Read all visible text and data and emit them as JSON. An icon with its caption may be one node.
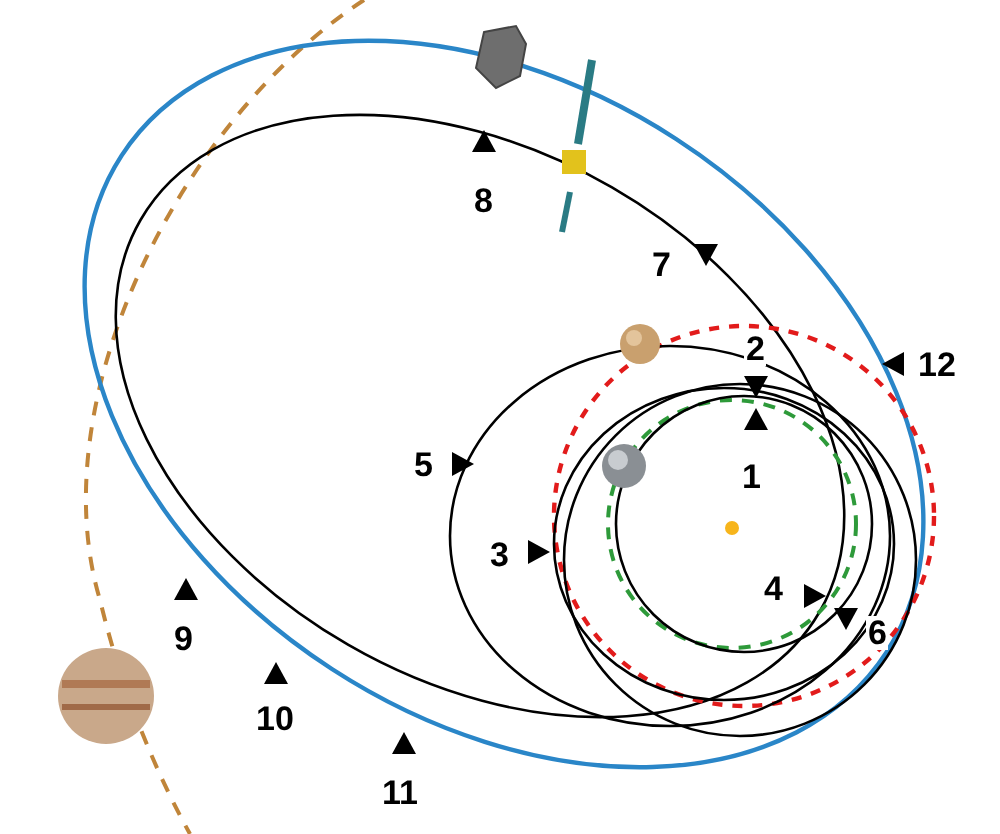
{
  "diagram": {
    "labels": [
      "8",
      "7",
      "2",
      "12",
      "5",
      "1",
      "3",
      "4",
      "6",
      "9",
      "10",
      "11"
    ]
  }
}
